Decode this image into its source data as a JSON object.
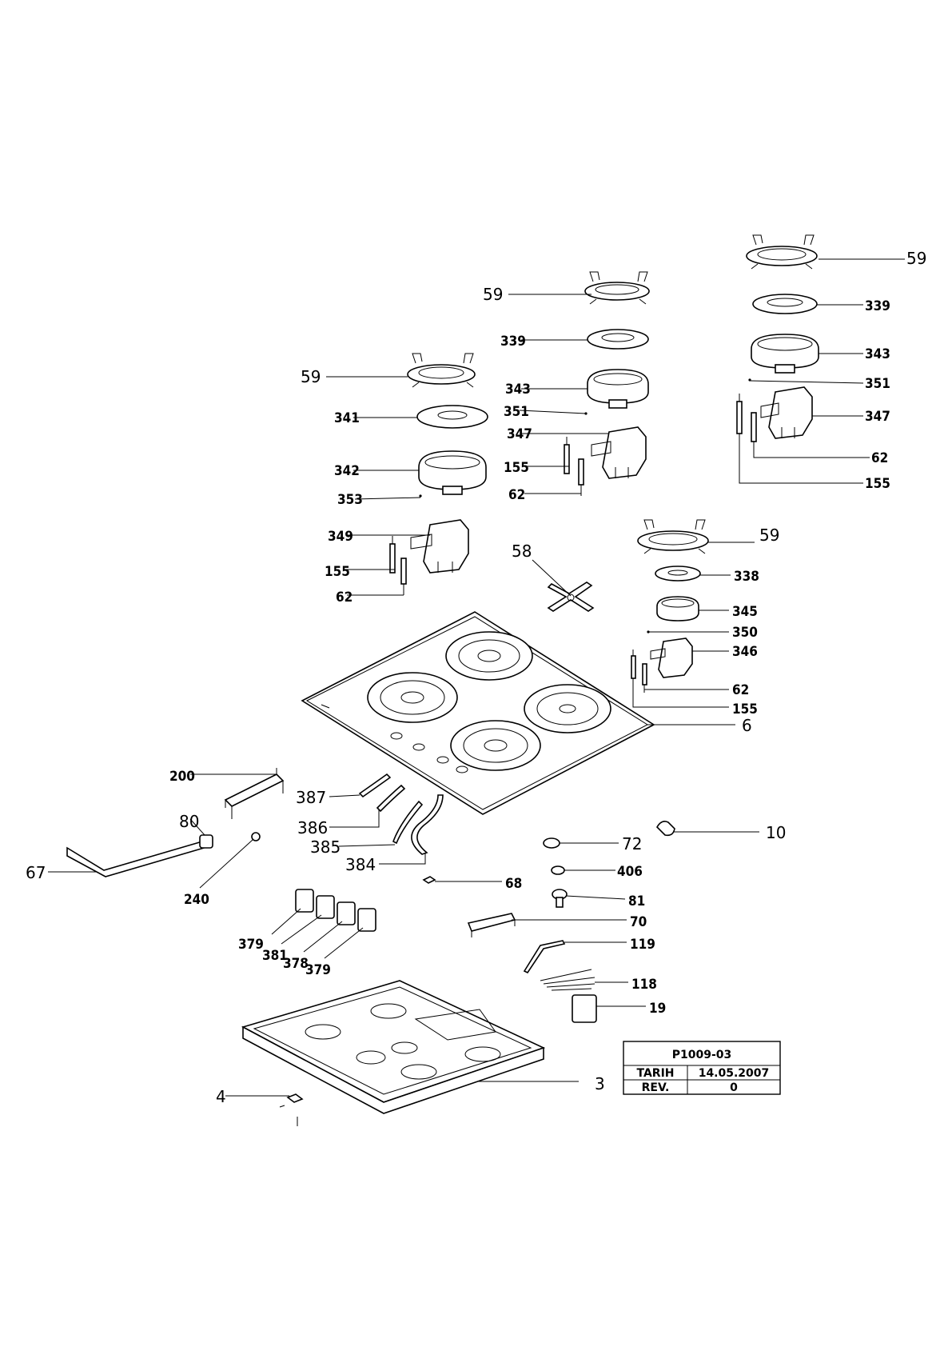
{
  "title_block": {
    "drawing_no": "P1009-03",
    "date_label": "TARIH",
    "date_value": "14.05.2007",
    "rev_label": "REV.",
    "rev_value": "0"
  },
  "callouts": [
    {
      "id": "c59a",
      "text": "59"
    },
    {
      "id": "c339a",
      "text": "339"
    },
    {
      "id": "c343a",
      "text": "343"
    },
    {
      "id": "c351a",
      "text": "351"
    },
    {
      "id": "c347a",
      "text": "347"
    },
    {
      "id": "c62a",
      "text": "62"
    },
    {
      "id": "c155a",
      "text": "155"
    },
    {
      "id": "c59b",
      "text": "59"
    },
    {
      "id": "c339b",
      "text": "339"
    },
    {
      "id": "c343b",
      "text": "343"
    },
    {
      "id": "c351b",
      "text": "351"
    },
    {
      "id": "c347b",
      "text": "347"
    },
    {
      "id": "c155b",
      "text": "155"
    },
    {
      "id": "c62b",
      "text": "62"
    },
    {
      "id": "c59c",
      "text": "59"
    },
    {
      "id": "c341",
      "text": "341"
    },
    {
      "id": "c342",
      "text": "342"
    },
    {
      "id": "c353",
      "text": "353"
    },
    {
      "id": "c349",
      "text": "349"
    },
    {
      "id": "c155c",
      "text": "155"
    },
    {
      "id": "c62c",
      "text": "62"
    },
    {
      "id": "c58",
      "text": "58"
    },
    {
      "id": "c59d",
      "text": "59"
    },
    {
      "id": "c338",
      "text": "338"
    },
    {
      "id": "c345",
      "text": "345"
    },
    {
      "id": "c350",
      "text": "350"
    },
    {
      "id": "c346",
      "text": "346"
    },
    {
      "id": "c62d",
      "text": "62"
    },
    {
      "id": "c155d",
      "text": "155"
    },
    {
      "id": "c6",
      "text": "6"
    },
    {
      "id": "c200",
      "text": "200"
    },
    {
      "id": "c387",
      "text": "387"
    },
    {
      "id": "c386",
      "text": "386"
    },
    {
      "id": "c385",
      "text": "385"
    },
    {
      "id": "c384",
      "text": "384"
    },
    {
      "id": "c80",
      "text": "80"
    },
    {
      "id": "c67",
      "text": "67"
    },
    {
      "id": "c240",
      "text": "240"
    },
    {
      "id": "c10",
      "text": "10"
    },
    {
      "id": "c72",
      "text": "72"
    },
    {
      "id": "c406",
      "text": "406"
    },
    {
      "id": "c68",
      "text": "68"
    },
    {
      "id": "c81",
      "text": "81"
    },
    {
      "id": "c70",
      "text": "70"
    },
    {
      "id": "c379a",
      "text": "379"
    },
    {
      "id": "c381",
      "text": "381"
    },
    {
      "id": "c378",
      "text": "378"
    },
    {
      "id": "c379b",
      "text": "379"
    },
    {
      "id": "c119",
      "text": "119"
    },
    {
      "id": "c118",
      "text": "118"
    },
    {
      "id": "c19",
      "text": "19"
    },
    {
      "id": "c3",
      "text": "3"
    },
    {
      "id": "c4",
      "text": "4"
    }
  ]
}
